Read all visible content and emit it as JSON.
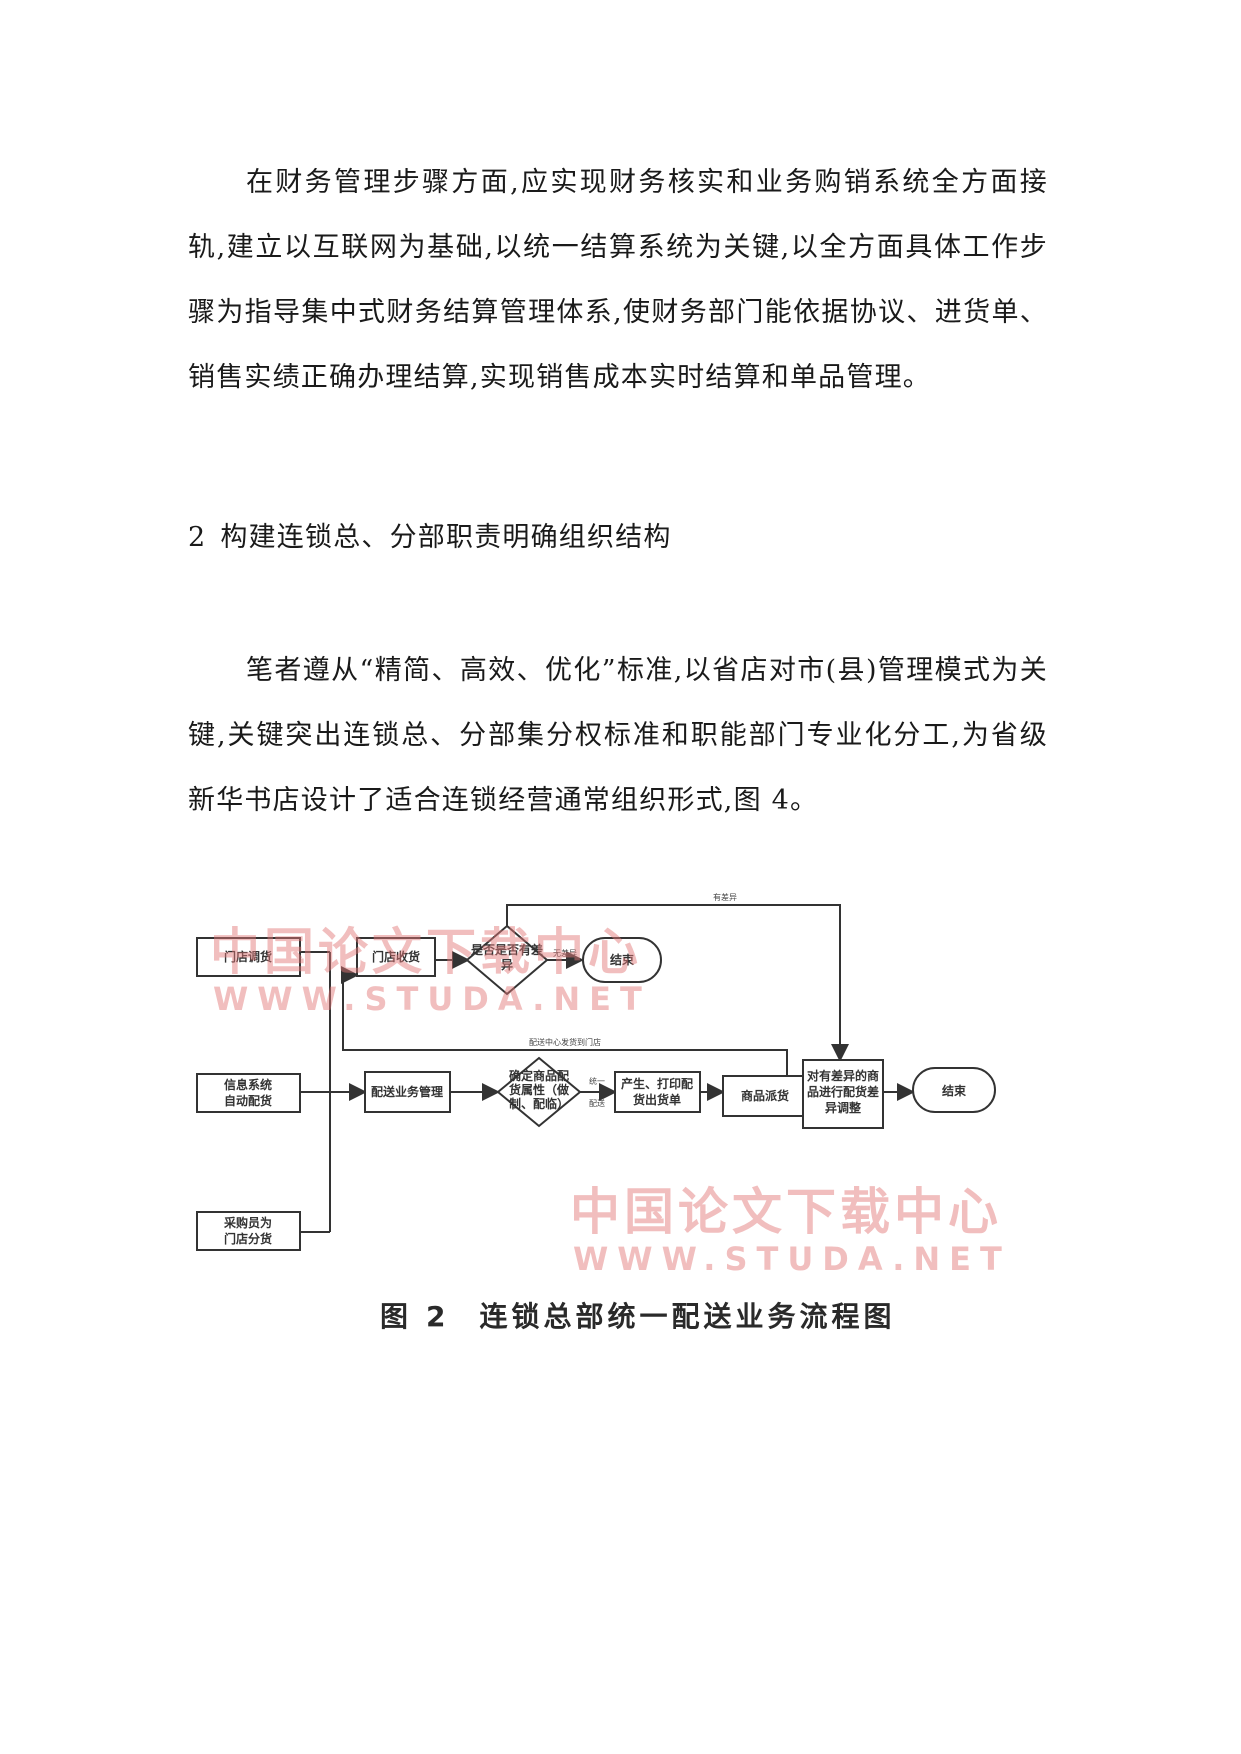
{
  "paragraphs": {
    "p1": "在财务管理步骤方面,应实现财务核实和业务购销系统全方面接轨,建立以互联网为基础,以统一结算系统为关键,以全方面具体工作步骤为指导集中式财务结算管理体系,使财务部门能依据协议、进货单、销售实绩正确办理结算,实现销售成本实时结算和单品管理。",
    "p2": "笔者遵从“精简、高效、优化”标准,以省店对市(县)管理模式为关键,关键突出连锁总、分部集分权标准和职能部门专业化分工,为省级新华书店设计了适合连锁经营通常组织形式,图 4。"
  },
  "heading": {
    "number": "2",
    "text": "构建连锁总、分部职责明确组织结构"
  },
  "figure": {
    "watermark_cn": "中国论文下载中心",
    "watermark_en": "WWW.STUDA.NET",
    "nodes": {
      "store_order": "门店调货",
      "system_auto": [
        "信息系统",
        "自动配货"
      ],
      "buyer_dist": [
        "采购员为",
        "门店分货"
      ],
      "store_receive": "门店收货",
      "diff_check": [
        "是否是否有差",
        "异"
      ],
      "end_top": "结束",
      "dist_mgmt": "配送业务管理",
      "confirm_attr": [
        "确定商品配",
        "货属性（做",
        "制、配临）"
      ],
      "print_slip": [
        "产生、打印配",
        "货出货单"
      ],
      "goods_ship": "商品派货",
      "handle_diff": [
        "对有差异的商",
        "品进行配货差",
        "异调整"
      ],
      "end_right": "结束"
    },
    "edges": {
      "has_diff": "有差异",
      "no_diff": "无差异",
      "center_ship": "配送中心发货到门店",
      "unified": [
        "统一",
        "配送"
      ]
    },
    "caption_prefix": "图",
    "caption_number": "2",
    "caption_text": "连锁总部统一配送业务流程图"
  }
}
